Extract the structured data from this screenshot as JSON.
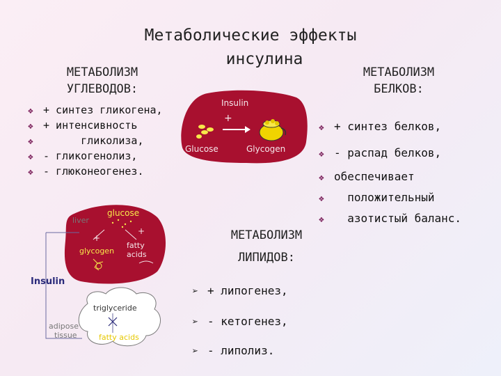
{
  "title": {
    "line1": "Метаболические эффекты",
    "line2": "инсулина"
  },
  "carbs": {
    "heading1": "МЕТАБОЛИЗМ",
    "heading2": "УГЛЕВОДОВ:",
    "items": [
      "+ синтез гликогена,",
      "+ интенсивность",
      "      гликолиза,",
      "- гликогенолиз,",
      "- глюконеогенез."
    ]
  },
  "proteins": {
    "heading1": "МЕТАБОЛИЗМ",
    "heading2": "БЕЛКОВ:",
    "items": [
      "+ синтез белков,",
      "- распад белков,",
      "обеспечивает",
      "  положительный",
      "  азотистый баланс."
    ]
  },
  "lipids": {
    "heading1": "МЕТАБОЛИЗМ",
    "heading2": "ЛИПИДОВ:",
    "items": [
      "+ липогенез,",
      "- кетогенез,",
      "- липолиз."
    ]
  },
  "diagram1": {
    "insulin": "Insulin",
    "plus": "+",
    "glucose": "Glucose",
    "glycogen": "Glycogen"
  },
  "diagram2": {
    "liver": "liver",
    "glucose": "glucose",
    "glycogen": "glycogen",
    "fatty_acids_1": "fatty",
    "fatty_acids_2": "acids",
    "insulin": "Insulin",
    "triglyceride": "triglyceride",
    "adipose_1": "adipose",
    "adipose_2": "tissue",
    "fatty_acids_cloud": "fatty acids",
    "plus": "+"
  },
  "colors": {
    "bullet": "#7a1f5a",
    "blob": "#a8102f",
    "yellow": "#f7e84a"
  },
  "icons": {
    "bullet": "diamond-bullet-icon",
    "arrow_bullet": "arrow-bullet-icon"
  }
}
